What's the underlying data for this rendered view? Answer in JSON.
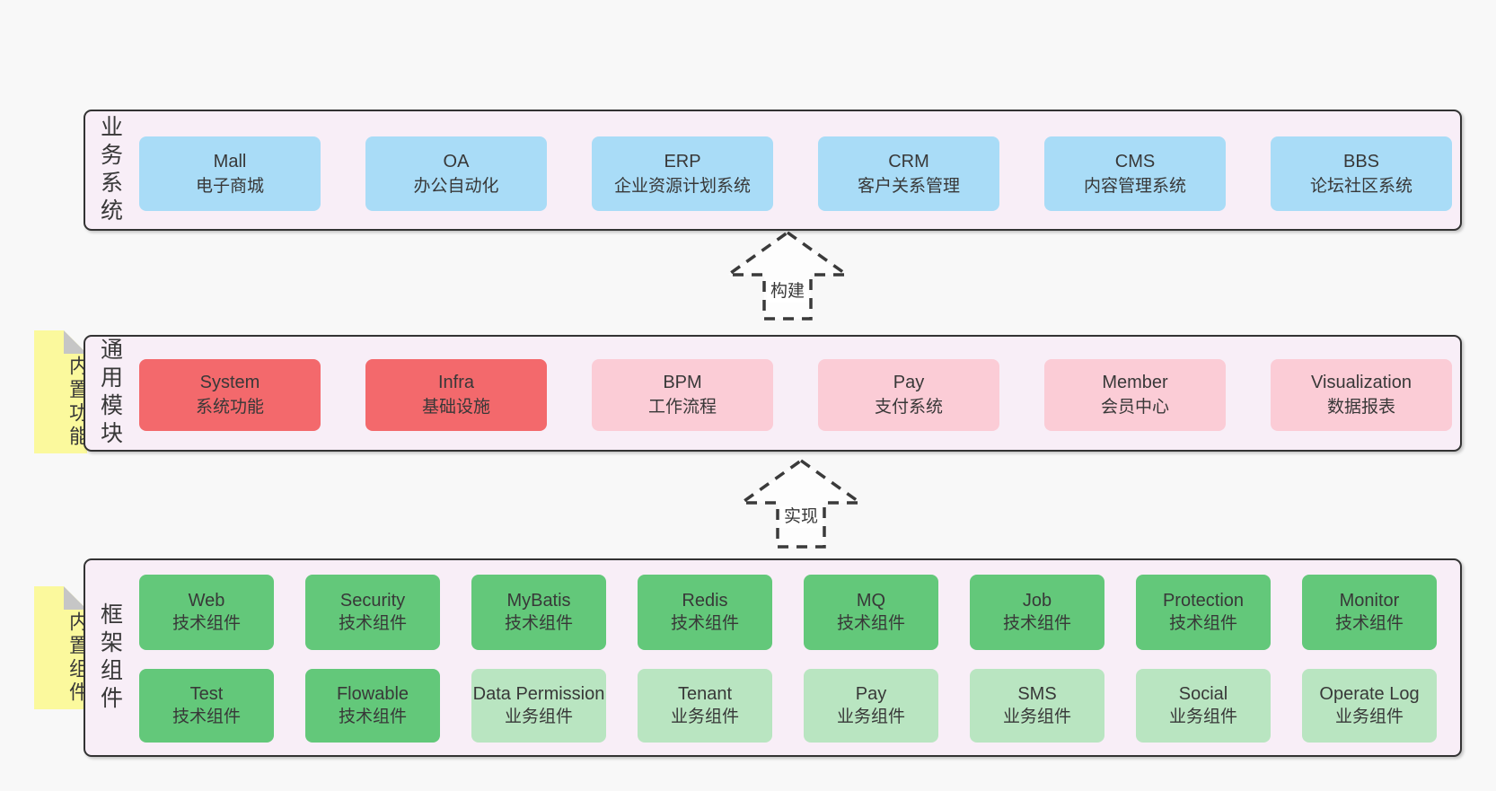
{
  "diagram": {
    "arrows": [
      {
        "label": "构建"
      },
      {
        "label": "实现"
      }
    ],
    "sections": {
      "business": {
        "label": "业务系统",
        "boxes": [
          {
            "en": "Mall",
            "zh": "电子商城"
          },
          {
            "en": "OA",
            "zh": "办公自动化"
          },
          {
            "en": "ERP",
            "zh": "企业资源计划系统"
          },
          {
            "en": "CRM",
            "zh": "客户关系管理"
          },
          {
            "en": "CMS",
            "zh": "内容管理系统"
          },
          {
            "en": "BBS",
            "zh": "论坛社区系统"
          }
        ]
      },
      "modules": {
        "label": "通用模块",
        "note": "内置功能",
        "boxes": [
          {
            "en": "System",
            "zh": "系统功能"
          },
          {
            "en": "Infra",
            "zh": "基础设施"
          },
          {
            "en": "BPM",
            "zh": "工作流程"
          },
          {
            "en": "Pay",
            "zh": "支付系统"
          },
          {
            "en": "Member",
            "zh": "会员中心"
          },
          {
            "en": "Visualization",
            "zh": "数据报表"
          }
        ]
      },
      "framework": {
        "label": "框架组件",
        "note": "内置组件",
        "row1": [
          {
            "en": "Web",
            "zh": "技术组件"
          },
          {
            "en": "Security",
            "zh": "技术组件"
          },
          {
            "en": "MyBatis",
            "zh": "技术组件"
          },
          {
            "en": "Redis",
            "zh": "技术组件"
          },
          {
            "en": "MQ",
            "zh": "技术组件"
          },
          {
            "en": "Job",
            "zh": "技术组件"
          },
          {
            "en": "Protection",
            "zh": "技术组件"
          },
          {
            "en": "Monitor",
            "zh": "技术组件"
          }
        ],
        "row2": [
          {
            "en": "Test",
            "zh": "技术组件"
          },
          {
            "en": "Flowable",
            "zh": "技术组件"
          },
          {
            "en": "Data Permission",
            "zh": "业务组件"
          },
          {
            "en": "Tenant",
            "zh": "业务组件"
          },
          {
            "en": "Pay",
            "zh": "业务组件"
          },
          {
            "en": "SMS",
            "zh": "业务组件"
          },
          {
            "en": "Social",
            "zh": "业务组件"
          },
          {
            "en": "Operate Log",
            "zh": "业务组件"
          }
        ]
      }
    },
    "colors": {
      "page_bg": "#f8f8f8",
      "container_fill": "#f8eef7",
      "container_border": "#333333",
      "blue": "#a9dcf7",
      "red": "#f3696c",
      "pink": "#fbccd6",
      "green": "#63c87a",
      "light_green": "#b9e5c1",
      "yellow_note": "#fbf99d",
      "fold_gray": "#c6c6c6",
      "arrow": "#3a3a3a",
      "text": "#383838"
    }
  }
}
